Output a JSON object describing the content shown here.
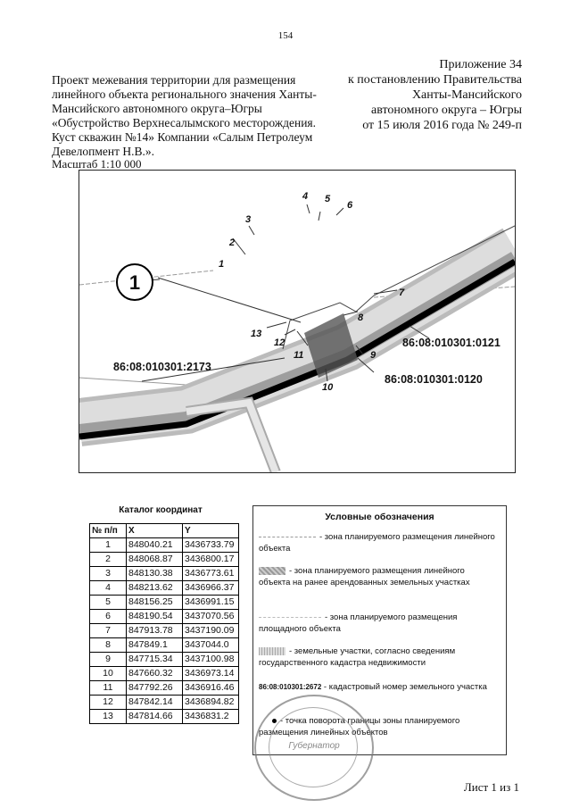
{
  "page_number": "154",
  "appendix": {
    "line1": "Приложение 34",
    "line2": "к постановлению Правительства",
    "line3": "Ханты-Мансийского",
    "line4": "автономного округа – Югры",
    "line5": "от 15 июля 2016 года № 249-п"
  },
  "project_title": "Проект межевания территории для размещения линейного объекта регионального значения Ханты-Мансийского автономного округа–Югры «Обустройство Верхнесалымского месторождения. Куст скважин №14» Компании «Салым Петролеум Девелопмент Н.В.».",
  "scale": "Масштаб 1:10 000",
  "map": {
    "circle_label": "1",
    "point_labels": [
      "1",
      "2",
      "3",
      "4",
      "5",
      "6",
      "7",
      "8",
      "9",
      "10",
      "11",
      "12",
      "13"
    ],
    "cadastral_labels": [
      "86:08:010301:0121",
      "86:08:010301:2173",
      "86:08:010301:0120"
    ]
  },
  "catalog": {
    "title": "Каталог координат",
    "headers": [
      "№ п/п",
      "X",
      "Y"
    ],
    "rows": [
      [
        "1",
        "848040.21",
        "3436733.79"
      ],
      [
        "2",
        "848068.87",
        "3436800.17"
      ],
      [
        "3",
        "848130.38",
        "3436773.61"
      ],
      [
        "4",
        "848213.62",
        "3436966.37"
      ],
      [
        "5",
        "848156.25",
        "3436991.15"
      ],
      [
        "6",
        "848190.54",
        "3437070.56"
      ],
      [
        "7",
        "847913.78",
        "3437190.09"
      ],
      [
        "8",
        "847849.1",
        "3437044.0"
      ],
      [
        "9",
        "847715.34",
        "3437100.98"
      ],
      [
        "10",
        "847660.32",
        "3436973.14"
      ],
      [
        "11",
        "847792.26",
        "3436916.46"
      ],
      [
        "12",
        "847842.14",
        "3436894.82"
      ],
      [
        "13",
        "847814.66",
        "3436831.2"
      ]
    ]
  },
  "legend": {
    "title": "Условные обозначения",
    "items": [
      "- зона планируемого размещения линейного объекта",
      "- зона планируемого размещения линейного объекта на ранее арендованных земельных участках",
      "- зона планируемого размещения площадного объекта",
      "- земельные участки, согласно сведениям государственного кадастра недвижимости",
      "- кадастровый номер земельного участка",
      "- точка поворота границы зоны планируемого размещения линейных объектов"
    ],
    "cadastral_sample": "86:08:010301:2672"
  },
  "stamp_text": "Губернатор",
  "sheet": "Лист 1 из 1"
}
